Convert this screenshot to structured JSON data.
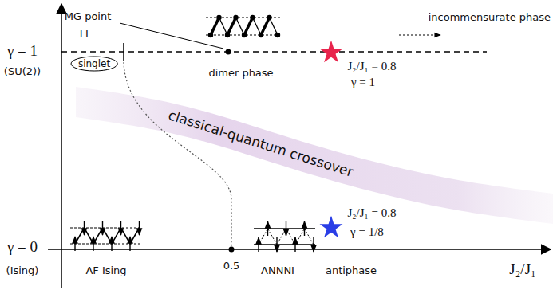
{
  "diagram": {
    "nodes": [
      {
        "text": [
          "singlet"
        ]
      },
      {
        "text": [
          "classical-quantum crossover"
        ]
      }
    ],
    "labels": [
      "γ = 1",
      "(SU(2))",
      "γ = 0",
      "(Ising)",
      "LL",
      "MG point",
      "dimer phase",
      "incommensurate phase",
      "J₂/J₁ = 0.8",
      "γ = 1",
      "J₂/J₁ = 0.8",
      "γ = 1/8",
      "AF Ising",
      "0.5",
      "ANNNI",
      "antiphase",
      "J₂/J₁"
    ]
  }
}
